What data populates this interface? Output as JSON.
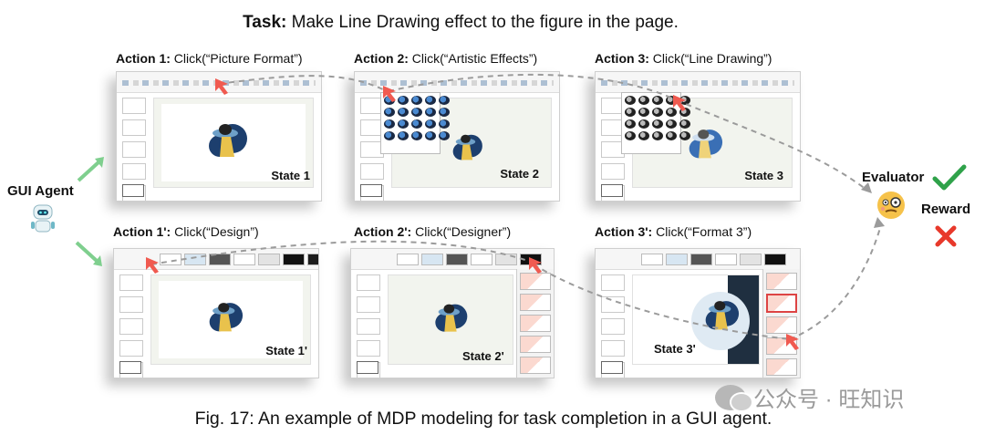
{
  "task": {
    "label": "Task:",
    "text": "Make Line Drawing effect to the figure in the page."
  },
  "top_row": [
    {
      "action_label": "Action 1:",
      "action_text": "Click(“Picture Format”)",
      "state": "State 1"
    },
    {
      "action_label": "Action 2:",
      "action_text": "Click(“Artistic Effects”)",
      "state": "State 2"
    },
    {
      "action_label": "Action 3:",
      "action_text": "Click(“Line Drawing”)",
      "state": "State 3"
    }
  ],
  "bottom_row": [
    {
      "action_label": "Action 1':",
      "action_text": "Click(“Design”)",
      "state": "State 1'"
    },
    {
      "action_label": "Action 2':",
      "action_text": "Click(“Designer”)",
      "state": "State 2'"
    },
    {
      "action_label": "Action 3':",
      "action_text": "Click(“Format 3”)",
      "state": "State 3'"
    }
  ],
  "agent": {
    "label": "GUI Agent",
    "icon": "robot-icon"
  },
  "evaluator": {
    "label": "Evaluator",
    "icon": "face-icon"
  },
  "reward": {
    "label": "Reward",
    "good_icon": "checkmark-icon",
    "bad_icon": "cross-icon"
  },
  "caption": "Fig. 17: An example of MDP modeling for task completion in a GUI agent.",
  "watermark": "公众号 · 旺知识",
  "colors": {
    "arrow_green": "#7fcf8e",
    "check_green": "#2fa24a",
    "cross_red": "#e8392b",
    "click_red": "#f05a50",
    "dashed": "#999999"
  }
}
